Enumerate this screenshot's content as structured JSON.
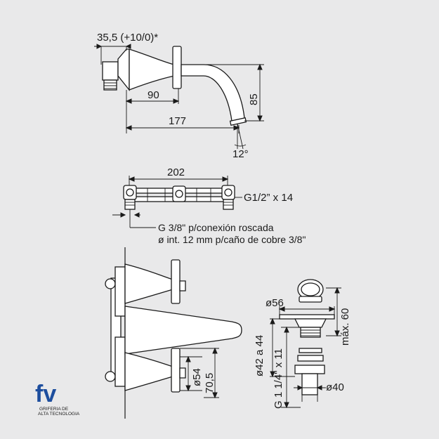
{
  "top_view": {
    "dim_offset": "35,5 (+10/0)*",
    "dim_90": "90",
    "dim_177": "177",
    "dim_85": "85",
    "angle": "12°"
  },
  "bracket": {
    "dim_202": "202",
    "thread": "G1/2” x 14",
    "note_line1": "G 3/8\" p/conexión roscada",
    "note_line2": "ø int. 12 mm p/caño de cobre 3/8\""
  },
  "front_view": {
    "dim_54": "ø54",
    "dim_70_5": "70,5"
  },
  "drain": {
    "dim_56": "ø56",
    "dim_max_60": "máx. 60",
    "dim_42_44": "ø42 a 44",
    "dim_thread": "G 1 1/4\" x 11",
    "dim_40": "ø40"
  },
  "logo": {
    "letters": "fv",
    "line1": "GRIFERIA DE",
    "line2": "ALTA TECNOLOGIA",
    "color": "#1d4e9e"
  }
}
